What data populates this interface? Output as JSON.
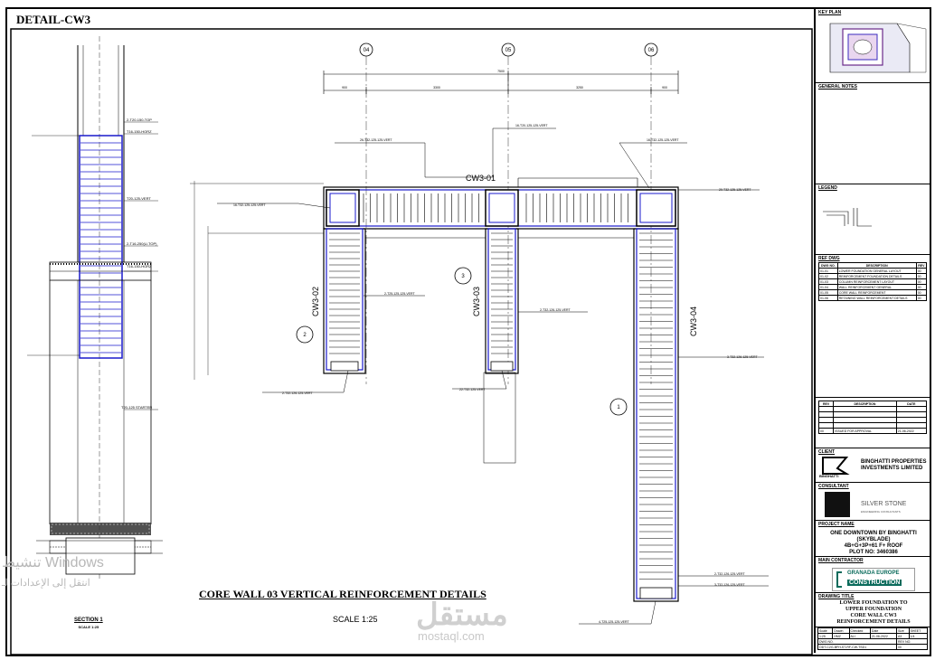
{
  "header": {
    "title": "DETAIL-CW3"
  },
  "grid": {
    "labels": [
      "04",
      "05",
      "06"
    ],
    "dim_total": "7500",
    "dims": [
      "900",
      "3300",
      "3250",
      "900"
    ]
  },
  "walls": {
    "cw1": "CW3-01",
    "cw2": "CW3-02",
    "cw3": "CW3-03",
    "cw4": "CW3-04"
  },
  "callouts": [
    "2",
    "3",
    "1"
  ],
  "drawing": {
    "main_title": "CORE WALL 03 VERTICAL REINFORCEMENT DETAILS",
    "scale": "SCALE  1:25",
    "section_title": "SECTION 1",
    "section_scale": "SCALE 1:25"
  },
  "section_notes": [
    "2-T20-150-TOP",
    "T16-150-HORZ",
    "T20-125-VERT",
    "2-T16-250(U-TOP)",
    "T16-150-HORZ",
    "T20-125 STARTER"
  ],
  "plan_notes": [
    "26-T32-125-125-VERT",
    "16-T20-125-125-VERT",
    "16-T32-125-125-VERT",
    "16-T32-125-125-VERT",
    "20-T32-125-125-VERT",
    "2-T25-125-125-VERT",
    "2-T32-126-125-VERT",
    "3-T32-126-125-VERT",
    "2-T32-126-125-VERT",
    "22-T32-125-VERT",
    "2-T32-126-125-VERT",
    "3-T32-126-125-VERT",
    "4-T25-125-125-VERT"
  ],
  "title_block": {
    "key_plan": "KEY PLAN",
    "general_notes_label": "GENERAL NOTES",
    "legend_label": "LEGEND",
    "ref_label": "REF DWG",
    "ref_cols": [
      "DWG NO.",
      "DESCRIPTION",
      "REV"
    ],
    "ref_rows": [
      [
        "01-01",
        "LOWER FOUNDATION GENERAL LAYOUT",
        "00"
      ],
      [
        "01-02",
        "REINFORCEMENT FOUNDATION DETAILS",
        "00"
      ],
      [
        "01-03",
        "COLUMN REINFORCEMENT LAYOUT",
        "00"
      ],
      [
        "01-04",
        "WALL REINFORCEMENT GENERAL",
        "00"
      ],
      [
        "01-05",
        "CORE WALL REINFORCEMENT",
        "00"
      ],
      [
        "01-06",
        "RETAINING WALL REINFORCEMENT DETAILS",
        "00"
      ]
    ],
    "rev_cols": [
      "REV",
      "DESCRIPTION",
      "DATE"
    ],
    "rev_row": [
      "00",
      "ISSUED FOR APPROVAL",
      "21-06-2022"
    ],
    "client_label": "CLIENT",
    "client_name": "BINGHATTI PROPERTIES INVESTMENTS LIMITED",
    "client_logo_text": "BINGHATTI",
    "consultant_label": "CONSULTANT",
    "consultant_name": "SILVER STONE",
    "consultant_sub": "ENGINEERING CONSULTANTS",
    "project_label": "PROJECT NAME",
    "project_lines": [
      "ONE DOWNTOWN BY BINGHATTI (SKYBLADE)",
      "4B+G+3P+61 F+ ROOF",
      "PLOT NO: 3460386"
    ],
    "contractor_label": "MAIN CONTRACTOR",
    "contractor_name": "GRANADA EUROPE",
    "contractor_sub": "CONSTRUCTION",
    "drawing_title_label": "DRAWING TITLE",
    "drawing_title_lines": [
      "LOWER FOUNDATION TO",
      "UPPER FOUNDATION",
      "CORE WALL CW3",
      "REINFORCEMENT DETAILS"
    ],
    "meta_cols": [
      "Scale",
      "Drawn",
      "Checked",
      "Date",
      "Size",
      "SHEET"
    ],
    "meta_vals": [
      "1:25",
      "HMZ",
      "ALI",
      "21-06-2022",
      "A3",
      "1/4"
    ],
    "dwg_no_label": "DWG NO.",
    "rev_no_label": "REV NO.",
    "dwg_no": "ODT-C2G-BFH-ST-RF-CW-TSD1",
    "rev_no": "00"
  },
  "watermarks": {
    "activate1": "تنشيط Windows",
    "activate2": "انتقل إلى الإعدادات لـ",
    "brand": "مستقل",
    "brand_url": "mostaql.com"
  },
  "colors": {
    "rebar": "#1a1acc",
    "line": "#000000",
    "hatch": "#333333"
  }
}
